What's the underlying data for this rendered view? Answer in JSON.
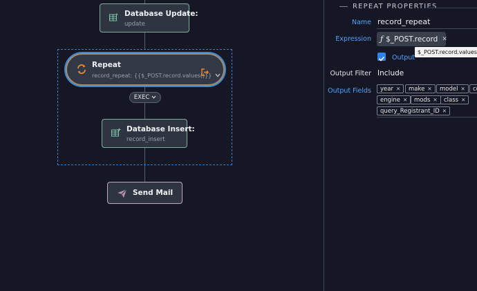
{
  "flow": {
    "db_update": {
      "title": "Database Update:",
      "subtitle": "update"
    },
    "repeat": {
      "title": "Repeat",
      "subtitle": "record_repeat: {{$_POST.record.values()}}"
    },
    "exec_label": "EXEC",
    "db_insert": {
      "title": "Database Insert:",
      "subtitle": "record_insert"
    },
    "send_mail": {
      "title": "Send Mail"
    }
  },
  "panel": {
    "header": "REPEAT PROPERTIES",
    "name_label": "Name",
    "name_value": "record_repeat",
    "expression_label": "Expression",
    "expression_fx": "ƒ",
    "expression_value": "$_POST.record",
    "output_label": "Output",
    "output_checked": true,
    "tooltip": "$_POST.record.values()",
    "output_filter_label": "Output Filter",
    "output_filter_value": "Include",
    "output_fields_label": "Output Fields",
    "output_fields": [
      "year",
      "make",
      "model",
      "co",
      "engine",
      "mods",
      "class",
      "query_Registrant_ID"
    ]
  },
  "colors": {
    "canvas_bg": "#151824",
    "node_bg": "#2f3441",
    "db_node_border": "#7fae9f",
    "repeat_accent": "#e98b3a",
    "selection_blue": "#3d86d1",
    "mail_border": "#c9a5c2",
    "link_blue": "#4da3ff"
  },
  "icons": {
    "db_update": "database-update-icon",
    "repeat": "repeat-icon",
    "output": "output-arrow-icon",
    "db_insert": "database-insert-icon",
    "send_mail": "paper-plane-icon"
  }
}
